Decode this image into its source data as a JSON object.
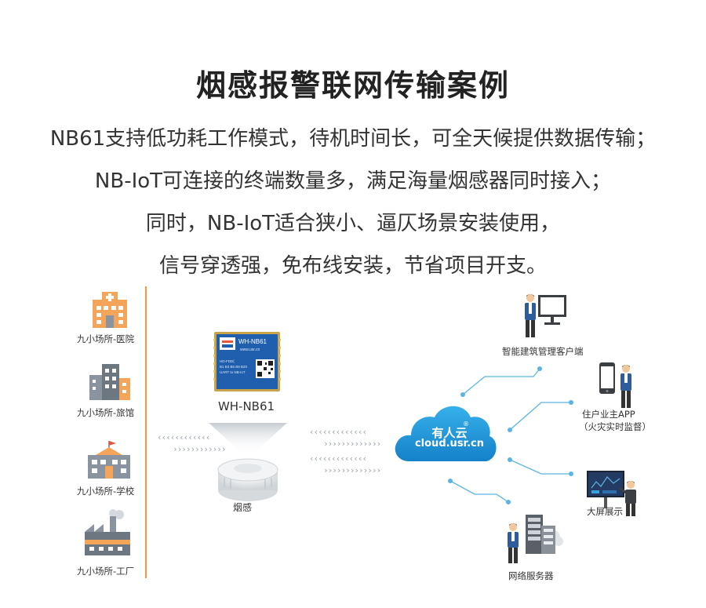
{
  "title": "烟感报警联网传输案例",
  "description": [
    "NB61支持低功耗工作模式，待机时间长，可全天候提供数据传输；",
    "NB-IoT可连接的终端数量多，满足海量烟感器同时接入；",
    "同时，NB-IoT适合狭小、逼仄场景安装使用，",
    "信号穿透强，免布线安装，节省项目开支。"
  ],
  "sites": [
    {
      "label": "九小场所-医院",
      "icon": "hospital-icon"
    },
    {
      "label": "九小场所-旅馆",
      "icon": "hotel-icon"
    },
    {
      "label": "九小场所-学校",
      "icon": "school-icon"
    },
    {
      "label": "九小场所-工厂",
      "icon": "factory-icon"
    }
  ],
  "module": {
    "caption": "WH-NB61",
    "chip_title": "WH-NB61",
    "chip_url": "www.usr.cn",
    "chip_lines": [
      "HD-FDD(",
      "B1 B3 B5 B8 B20",
      "UART to NB-IoT"
    ]
  },
  "sensor": {
    "label": "烟感"
  },
  "cloud": {
    "name": "有人云",
    "url": "cloud.usr.cn",
    "reg": "®"
  },
  "endpoints": [
    {
      "label": "智能建筑管理客户端",
      "icon": "monitor-presenter-icon"
    },
    {
      "label": "住户业主APP",
      "sublabel": "（火灾实时监督）",
      "icon": "phone-user-icon"
    },
    {
      "label": "大屏展示",
      "icon": "big-screen-icon"
    },
    {
      "label": "网络服务器",
      "icon": "server-icon"
    }
  ],
  "colors": {
    "accent_orange": "#f29a3d",
    "cloud_blue": "#1e9bdc",
    "line_blue": "#5ab4e4",
    "chip_blue": "#1f5fae"
  }
}
